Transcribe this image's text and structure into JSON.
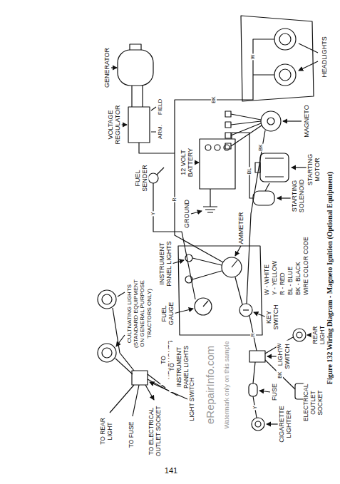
{
  "diagram": {
    "caption": "Figure 132 Wiring Diagram - Magneto Ignition (Optional Equipment)",
    "labels": [
      "HEADLIGHTS",
      "MAGNETO",
      "STARTING MOTOR",
      "STARTING SOLENOID",
      "WIRE COLOR CODE",
      "BK - BLACK",
      "BL - BLUE",
      "R - RED",
      "Y - YELLOW",
      "W - WHITE",
      "VOLTAGE REGULATOR",
      "FIELD",
      "ARM.",
      "GENERATOR",
      "FUEL SENDER",
      "GROUND",
      "12 VOLT BATTERY",
      "AMMETER",
      "INSTRUMENT PANEL LIGHTS",
      "FUEL GAUGE",
      "KEY SWITCH",
      "LIGHT SWITCH",
      "FUSE",
      "CIGARETTE LIGHTER",
      "REAR LIGHT",
      "ELECTRICAL OUTLET SOCKET",
      "CULTIVATING LIGHTS (STANDARD EQUIPMENT ON GENERAL PURPOSE TRACTORS ONLY)",
      "TO HEADLIGHTS",
      "TO INSTRUMENT PANEL LIGHTS",
      "LIGHT SWITCH",
      "TO REAR LIGHT",
      "TO FUSE",
      "TO ELECTRICAL OUTLET SOCKET",
      "141",
      "eRepairInfo.com",
      "Watermark only on this sample",
      "W",
      "BK",
      "R",
      "Y",
      "BL",
      "BK",
      "R",
      "W",
      "BK",
      "Y"
    ]
  }
}
